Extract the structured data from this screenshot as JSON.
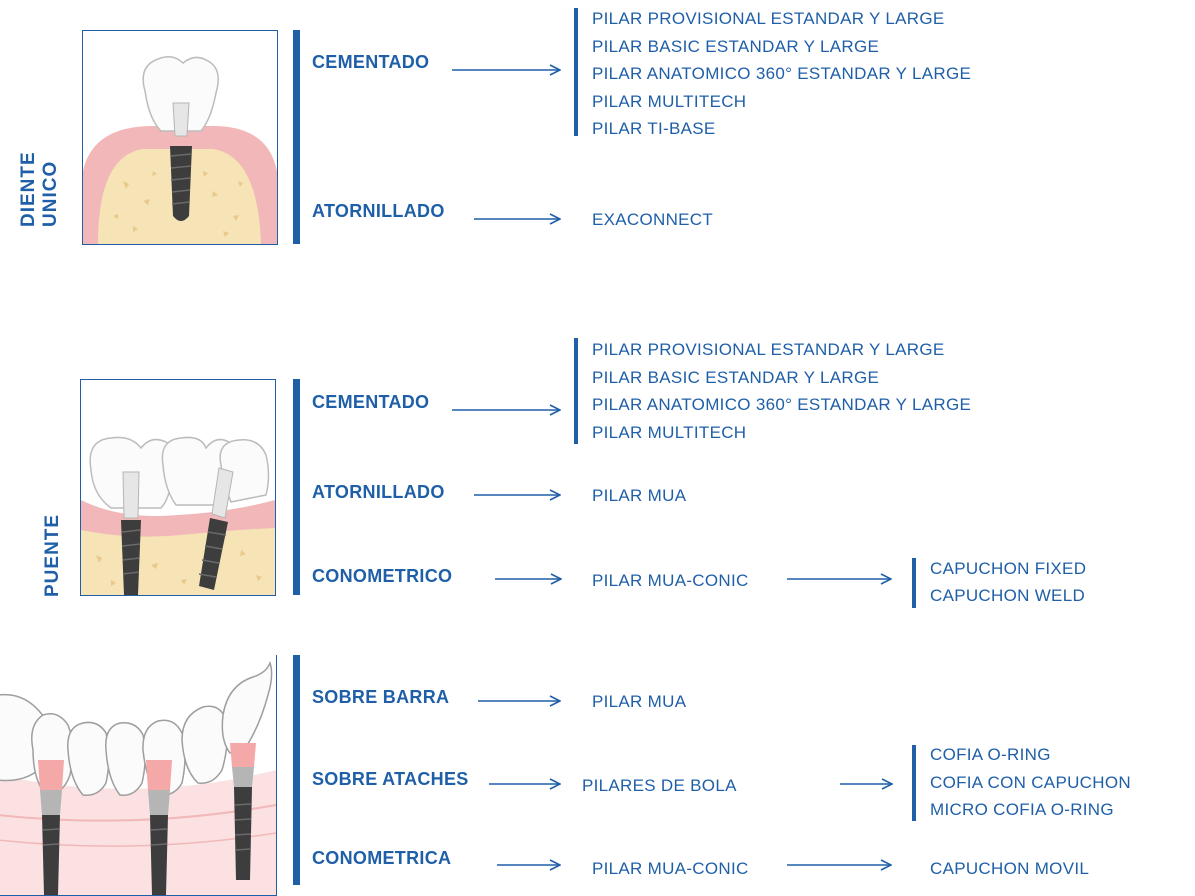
{
  "colors": {
    "accent": "#1f5fa8",
    "gum": "#f2b7b8",
    "bone": "#f6e4b6",
    "implant": "#3d3d3d"
  },
  "sections": {
    "single": {
      "label": "DIENTE\nUNICO",
      "image_icon": "single-tooth-implant-illustration",
      "cementado": {
        "label": "CEMENTADO",
        "items": [
          "PILAR PROVISIONAL ESTANDAR Y LARGE",
          "PILAR BASIC ESTANDAR Y LARGE",
          "PILAR ANATOMICO 360° ESTANDAR Y LARGE",
          "PILAR MULTITECH",
          "PILAR TI-BASE"
        ]
      },
      "atornillado": {
        "label": "ATORNILLADO",
        "item": "EXACONNECT"
      }
    },
    "bridge": {
      "label": "PUENTE",
      "image_icon": "bridge-implant-illustration",
      "cementado": {
        "label": "CEMENTADO",
        "items": [
          "PILAR PROVISIONAL ESTANDAR Y LARGE",
          "PILAR BASIC ESTANDAR Y LARGE",
          "PILAR ANATOMICO 360° ESTANDAR Y LARGE",
          "PILAR MULTITECH"
        ]
      },
      "atornillado": {
        "label": "ATORNILLADO",
        "item": "PILAR MUA"
      },
      "conometrico": {
        "label": "CONOMETRICO",
        "item": "PILAR MUA-CONIC",
        "sub_items": [
          "CAPUCHON FIXED",
          "CAPUCHON WELD"
        ]
      }
    },
    "overdenture": {
      "image_icon": "overdenture-implant-illustration",
      "sobre_barra": {
        "label": "SOBRE BARRA",
        "item": "PILAR MUA"
      },
      "sobre_ataches": {
        "label": "SOBRE ATACHES",
        "item": "PILARES DE BOLA",
        "sub_items": [
          "COFIA O-RING",
          "COFIA CON CAPUCHON",
          "MICRO COFIA O-RING"
        ]
      },
      "conometrica": {
        "label": "CONOMETRICA",
        "item": "PILAR MUA-CONIC",
        "sub_item": "CAPUCHON MOVIL"
      }
    }
  }
}
